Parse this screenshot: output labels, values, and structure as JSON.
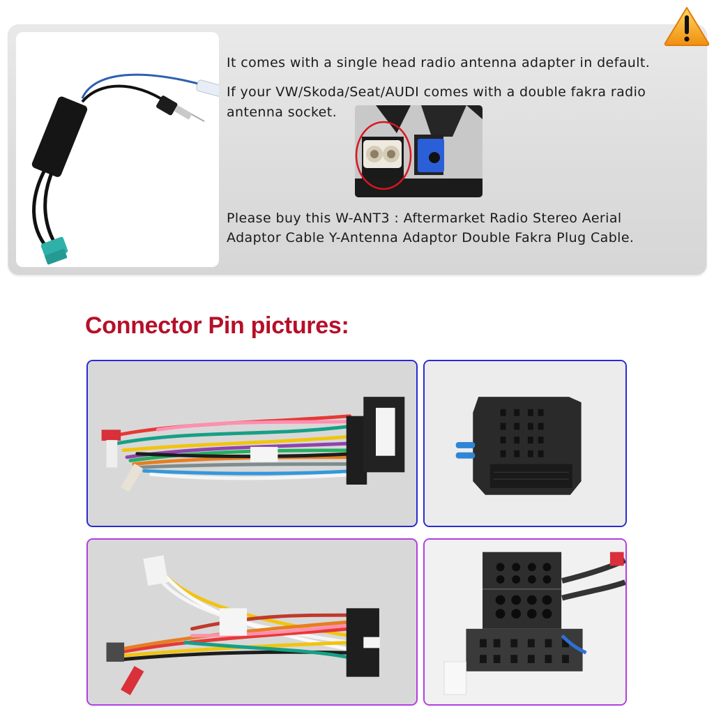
{
  "notice": {
    "icon": "warning-triangle-icon",
    "lines": [
      "It comes with a single head radio antenna adapter in default.",
      "If your VW/Skoda/Seat/AUDI  comes with a double fakra radio",
      "antenna socket.",
      "Please buy this W-ANT3 : Aftermarket Radio Stereo Aerial",
      "Adaptor Cable Y-Antenna Adaptor Double Fakra Plug Cable."
    ],
    "product_code": "W-ANT3",
    "photos": {
      "adapter": "Y-antenna adapter cable with double fakra plug",
      "socket": "Double fakra radio antenna socket (circled in red)"
    }
  },
  "section": {
    "title": "Connector Pin pictures:"
  },
  "gallery": [
    {
      "caption": "Wiring harness with RCA plugs and quadlock connector",
      "frame_color": "#2a2ad0"
    },
    {
      "caption": "Quadlock connector pin face",
      "frame_color": "#2a2ad0"
    },
    {
      "caption": "Wiring harness with white plug and RCA plugs",
      "frame_color": "#b13fe0"
    },
    {
      "caption": "ISO connector pin face",
      "frame_color": "#b13fe0"
    }
  ],
  "colors": {
    "title_red": "#b5102a",
    "panel_gray": "#dcdcdc",
    "warning_orange": "#f2a51c"
  }
}
